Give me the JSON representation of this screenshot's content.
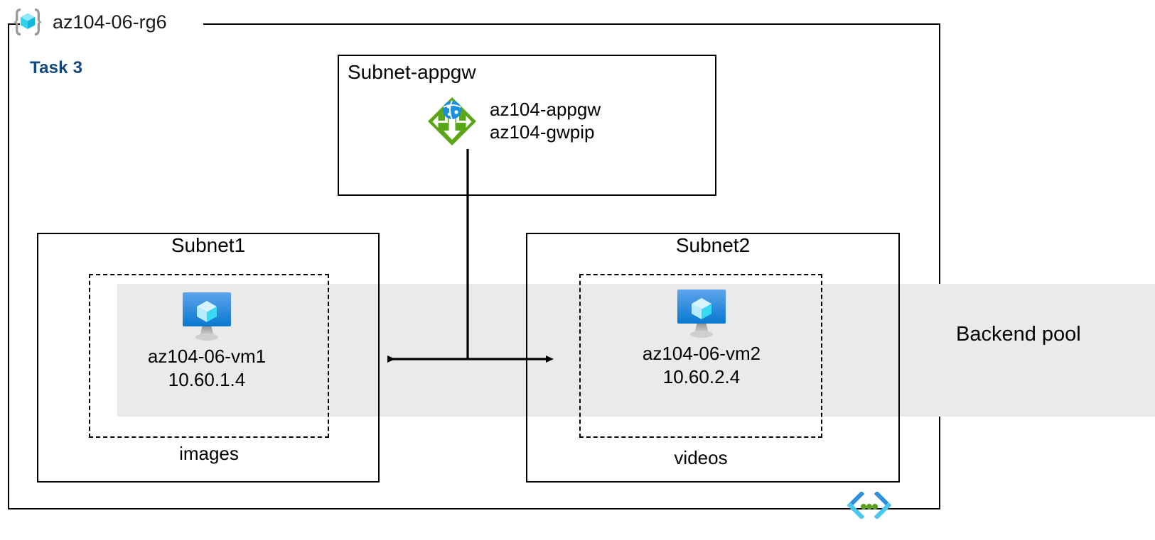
{
  "diagram": {
    "title": "az104-06-rg6",
    "task_label": "Task 3",
    "resource_group_icon": "resource-group-icon",
    "vnet_icon": "virtual-network-icon",
    "colors": {
      "task_label": "#11487c",
      "backend_band": "#eaeaea",
      "appgw_green": "#59a616",
      "appgw_globe_blue": "#1b8fe0",
      "vm_monitor_blue": "#1a7fd4",
      "vm_cube_cyan": "#9fe6f7",
      "rg_icon_cyan": "#4fd8f5",
      "rg_icon_bracket_gray": "#9a9a9a",
      "vnet_icon_blue": "#2f8fd8",
      "vnet_icon_cyan": "#46c8f0",
      "vnet_icon_green": "#5a9e1b",
      "border": "#000000"
    }
  },
  "backend_pool": {
    "label": "Backend pool"
  },
  "subnets": [
    {
      "id": "subnet-appgw",
      "title": "Subnet-appgw",
      "resources": [
        {
          "icon": "application-gateway-icon",
          "names": [
            "az104-appgw",
            "az104-gwpip"
          ]
        }
      ]
    },
    {
      "id": "subnet1",
      "title": "Subnet1",
      "tier_caption": "images",
      "vm": {
        "icon": "virtual-machine-icon",
        "name": "az104-06-vm1",
        "ip": "10.60.1.4"
      }
    },
    {
      "id": "subnet2",
      "title": "Subnet2",
      "tier_caption": "videos",
      "vm": {
        "icon": "virtual-machine-icon",
        "name": "az104-06-vm2",
        "ip": "10.60.2.4"
      }
    }
  ]
}
